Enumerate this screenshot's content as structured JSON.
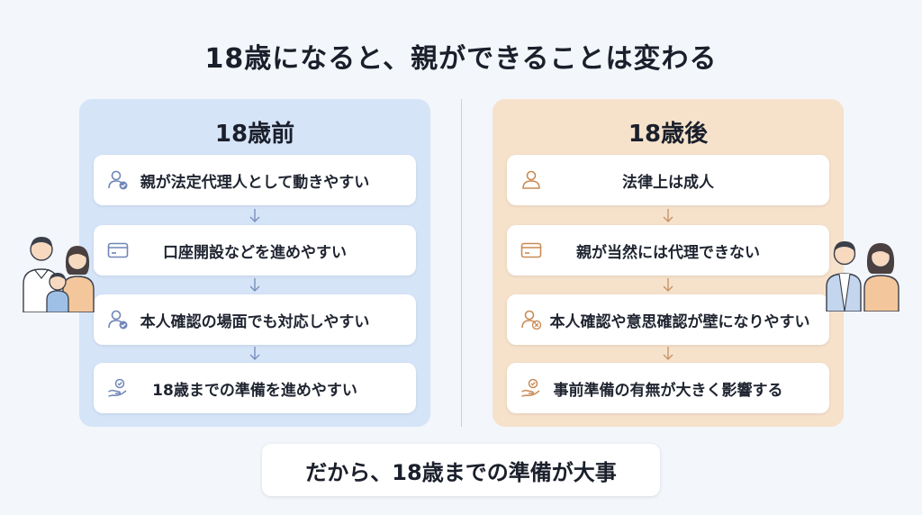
{
  "title": "18歳になると、親ができることは変わる",
  "before": {
    "heading": "18歳前",
    "items": [
      {
        "text": "親が法定代理人として動きやすい",
        "icon": "person-check-icon"
      },
      {
        "text": "口座開設などを進めやすい",
        "icon": "card-icon"
      },
      {
        "text": "本人確認の場面でも対応しやすい",
        "icon": "person-check-icon"
      },
      {
        "text": "18歳までの準備を進めやすい",
        "icon": "hand-check-icon"
      }
    ]
  },
  "after": {
    "heading": "18歳後",
    "items": [
      {
        "text": "法律上は成人",
        "icon": "person-icon"
      },
      {
        "text": "親が当然には代理できない",
        "icon": "card-icon"
      },
      {
        "text": "本人確認や意思確認が壁になりやすい",
        "icon": "person-x-icon"
      },
      {
        "text": "事前準備の有無が大きく影響する",
        "icon": "hand-check-icon"
      }
    ]
  },
  "conclusion": "だから、18歳までの準備が大事",
  "colors": {
    "before_panel": "#d6e4f8",
    "after_panel": "#f6e2cb",
    "before_accent": "#6f86b8",
    "after_accent": "#c98b55"
  }
}
